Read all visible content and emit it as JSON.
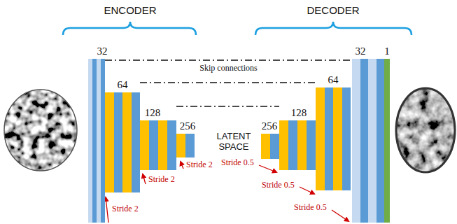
{
  "diagram": {
    "nodes": [
      {
        "text": [
          "32"
        ]
      },
      {
        "text": [
          "64"
        ]
      },
      {
        "text": [
          "128"
        ]
      },
      {
        "text": [
          "256"
        ]
      },
      {
        "text": [
          "256"
        ]
      },
      {
        "text": [
          "128"
        ]
      },
      {
        "text": [
          "64"
        ]
      },
      {
        "text": [
          "32"
        ]
      },
      {
        "text": [
          "1"
        ]
      }
    ],
    "edges": [
      {
        "from": 0,
        "to": 7,
        "arrow": "none",
        "label": "Skip connections"
      },
      {
        "from": 1,
        "to": 6,
        "arrow": "none"
      },
      {
        "from": 2,
        "to": 5,
        "arrow": "none"
      }
    ],
    "labels": [
      "ENCODER",
      "DECODER",
      "LATENT SPACE",
      "Stride 2",
      "Stride 2",
      "Stride 2",
      "Stride 0.5",
      "Stride 0.5",
      "Stride 0.5"
    ]
  }
}
